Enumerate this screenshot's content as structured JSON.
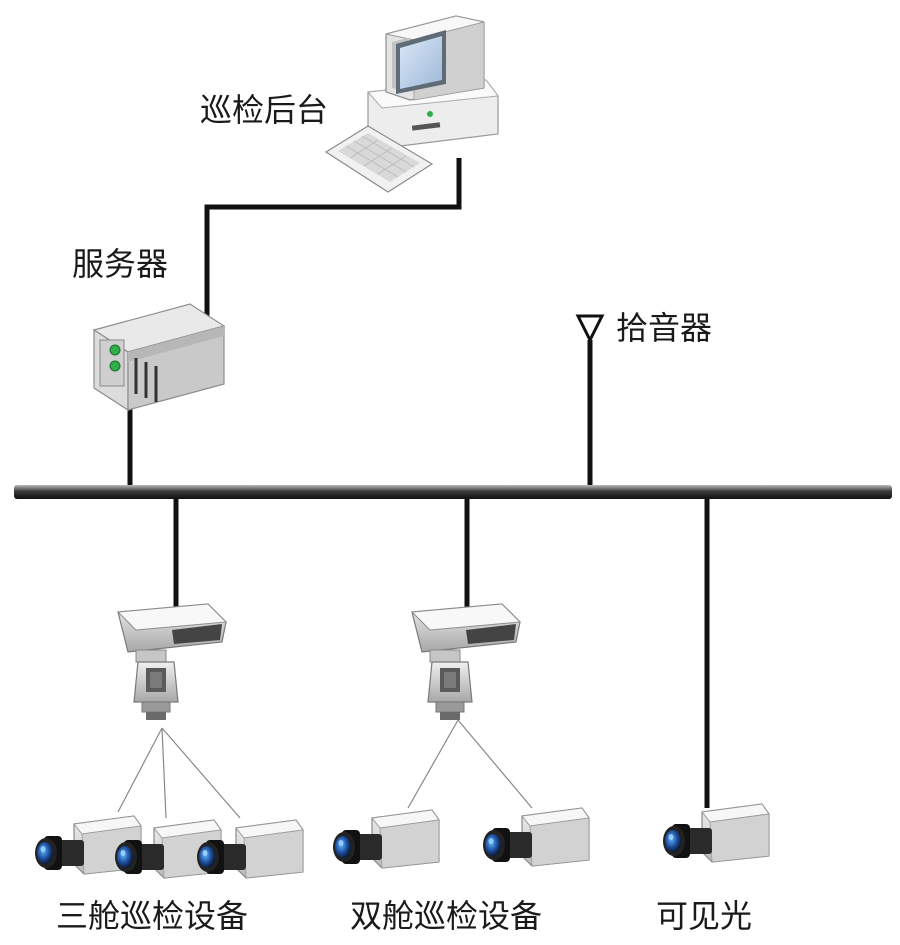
{
  "labels": {
    "workstation": "巡检后台",
    "server": "服务器",
    "microphone": "拾音器",
    "tri_device": "三舱巡检设备",
    "dual_device": "双舱巡检设备",
    "visible_light": "可见光"
  },
  "icons": {
    "workstation": "desktop-computer-icon",
    "server": "rack-server-icon",
    "microphone": "antenna-icon",
    "ptz": "ptz-camera-icon",
    "box": "box-camera-icon"
  }
}
